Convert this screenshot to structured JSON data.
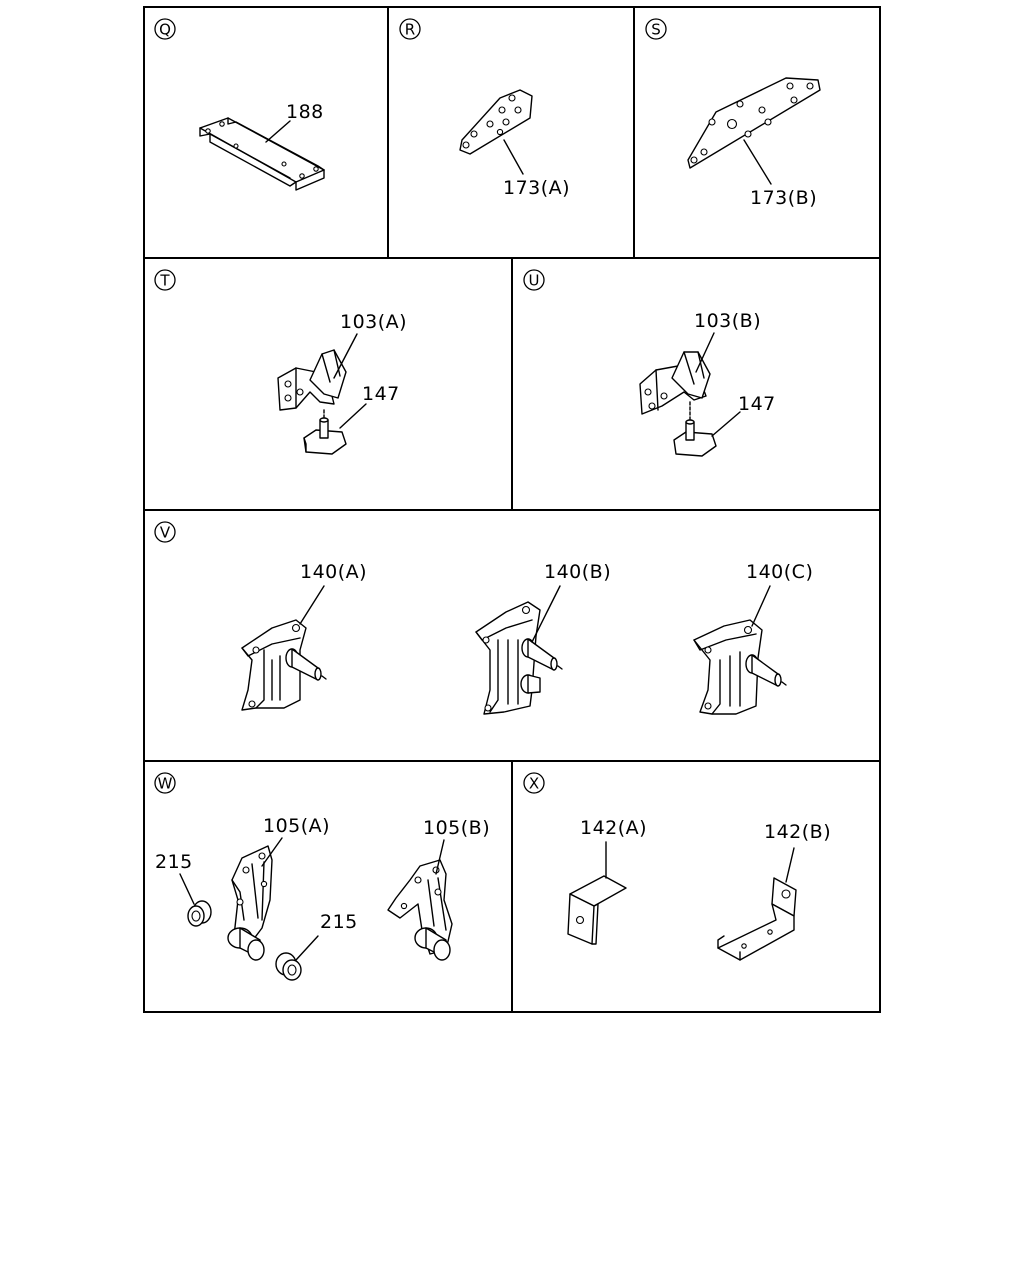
{
  "panels": [
    {
      "id": "Q",
      "marker": "Q",
      "parts": [
        "188"
      ]
    },
    {
      "id": "R",
      "marker": "R",
      "parts": [
        "173(A)"
      ]
    },
    {
      "id": "S",
      "marker": "S",
      "parts": [
        "173(B)"
      ]
    },
    {
      "id": "T",
      "marker": "T",
      "parts": [
        "103(A)",
        "147"
      ]
    },
    {
      "id": "U",
      "marker": "U",
      "parts": [
        "103(B)",
        "147"
      ]
    },
    {
      "id": "V",
      "marker": "V",
      "parts": [
        "140(A)",
        "140(B)",
        "140(C)"
      ]
    },
    {
      "id": "W",
      "marker": "W",
      "parts": [
        "105(A)",
        "105(B)",
        "215",
        "215"
      ]
    },
    {
      "id": "X",
      "marker": "X",
      "parts": [
        "142(A)",
        "142(B)"
      ]
    }
  ]
}
